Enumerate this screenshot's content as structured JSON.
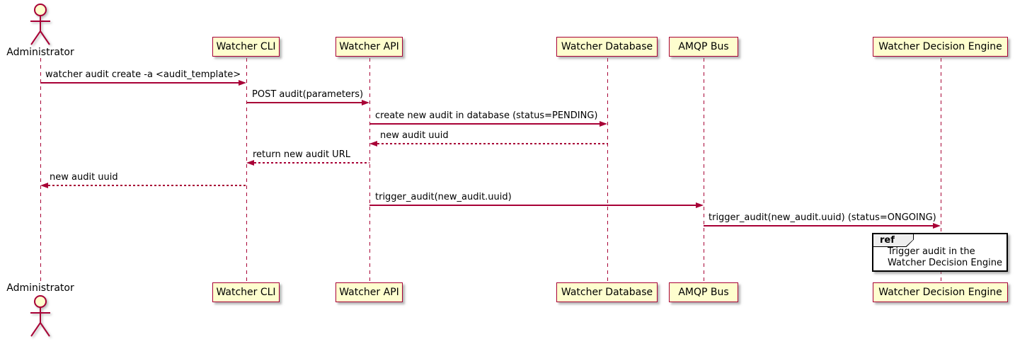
{
  "diagram": {
    "type": "sequence",
    "colors": {
      "accent": "#A80036",
      "participant_fill": "#FEFECE",
      "ref_header_fill": "#EEEEEE",
      "text": "#000000",
      "background": "#ffffff"
    },
    "actor": {
      "label": "Administrator"
    },
    "participants": [
      {
        "label": "Watcher CLI"
      },
      {
        "label": "Watcher API"
      },
      {
        "label": "Watcher Database"
      },
      {
        "label": "AMQP Bus"
      },
      {
        "label": "Watcher Decision Engine"
      }
    ],
    "messages": [
      {
        "label": "watcher audit create -a <audit_template>",
        "from": "Administrator",
        "to": "Watcher CLI",
        "style": "solid"
      },
      {
        "label": "POST audit(parameters)",
        "from": "Watcher CLI",
        "to": "Watcher API",
        "style": "solid"
      },
      {
        "label": "create new audit in database (status=PENDING)",
        "from": "Watcher API",
        "to": "Watcher Database",
        "style": "solid"
      },
      {
        "label": "new audit uuid",
        "from": "Watcher Database",
        "to": "Watcher API",
        "style": "dashed"
      },
      {
        "label": "return new audit URL",
        "from": "Watcher API",
        "to": "Watcher CLI",
        "style": "dashed"
      },
      {
        "label": "new audit uuid",
        "from": "Watcher CLI",
        "to": "Administrator",
        "style": "dashed"
      },
      {
        "label": "trigger_audit(new_audit.uuid)",
        "from": "Watcher API",
        "to": "AMQP Bus",
        "style": "solid"
      },
      {
        "label": "trigger_audit(new_audit.uuid) (status=ONGOING)",
        "from": "AMQP Bus",
        "to": "Watcher Decision Engine",
        "style": "solid"
      }
    ],
    "ref": {
      "keyword": "ref",
      "line1": "Trigger audit in the",
      "line2": "Watcher Decision Engine"
    }
  }
}
